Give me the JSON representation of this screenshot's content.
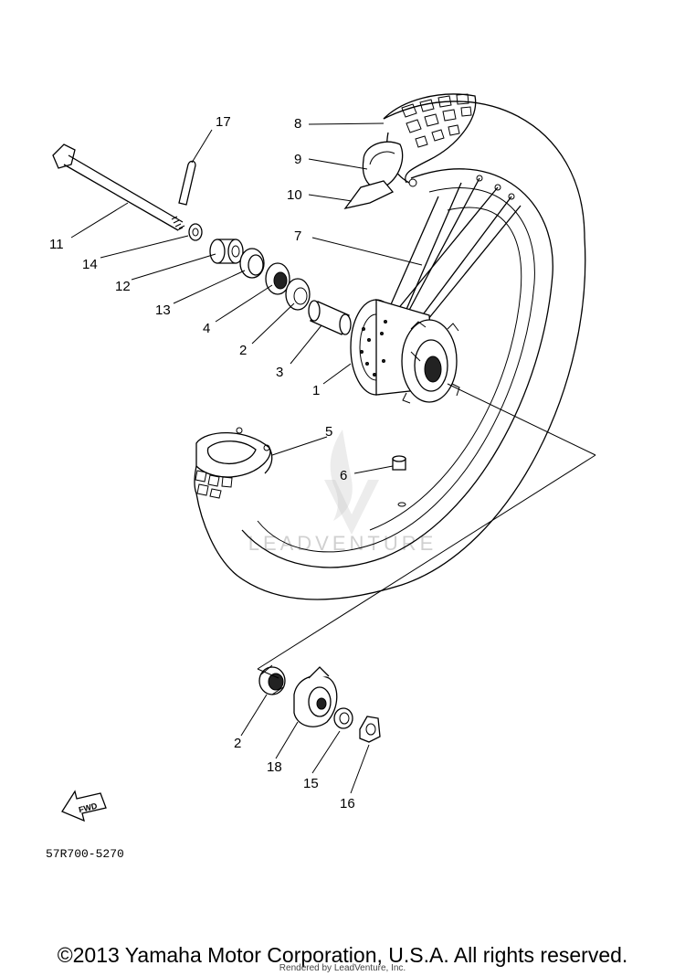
{
  "callouts": {
    "c17": "17",
    "c8": "8",
    "c9": "9",
    "c10": "10",
    "c7": "7",
    "c11": "11",
    "c14": "14",
    "c12": "12",
    "c13": "13",
    "c4": "4",
    "c2a": "2",
    "c3": "3",
    "c1": "1",
    "c5": "5",
    "c6": "6",
    "c2b": "2",
    "c18": "18",
    "c15": "15",
    "c16": "16"
  },
  "fwd_label": "FWD",
  "diagram_number": "57R700-5270",
  "watermark": "LEADVENTURE",
  "copyright": "©2013 Yamaha Motor Corporation, U.S.A. All rights reserved.",
  "rendered_by": "Rendered by LeadVenture, Inc."
}
